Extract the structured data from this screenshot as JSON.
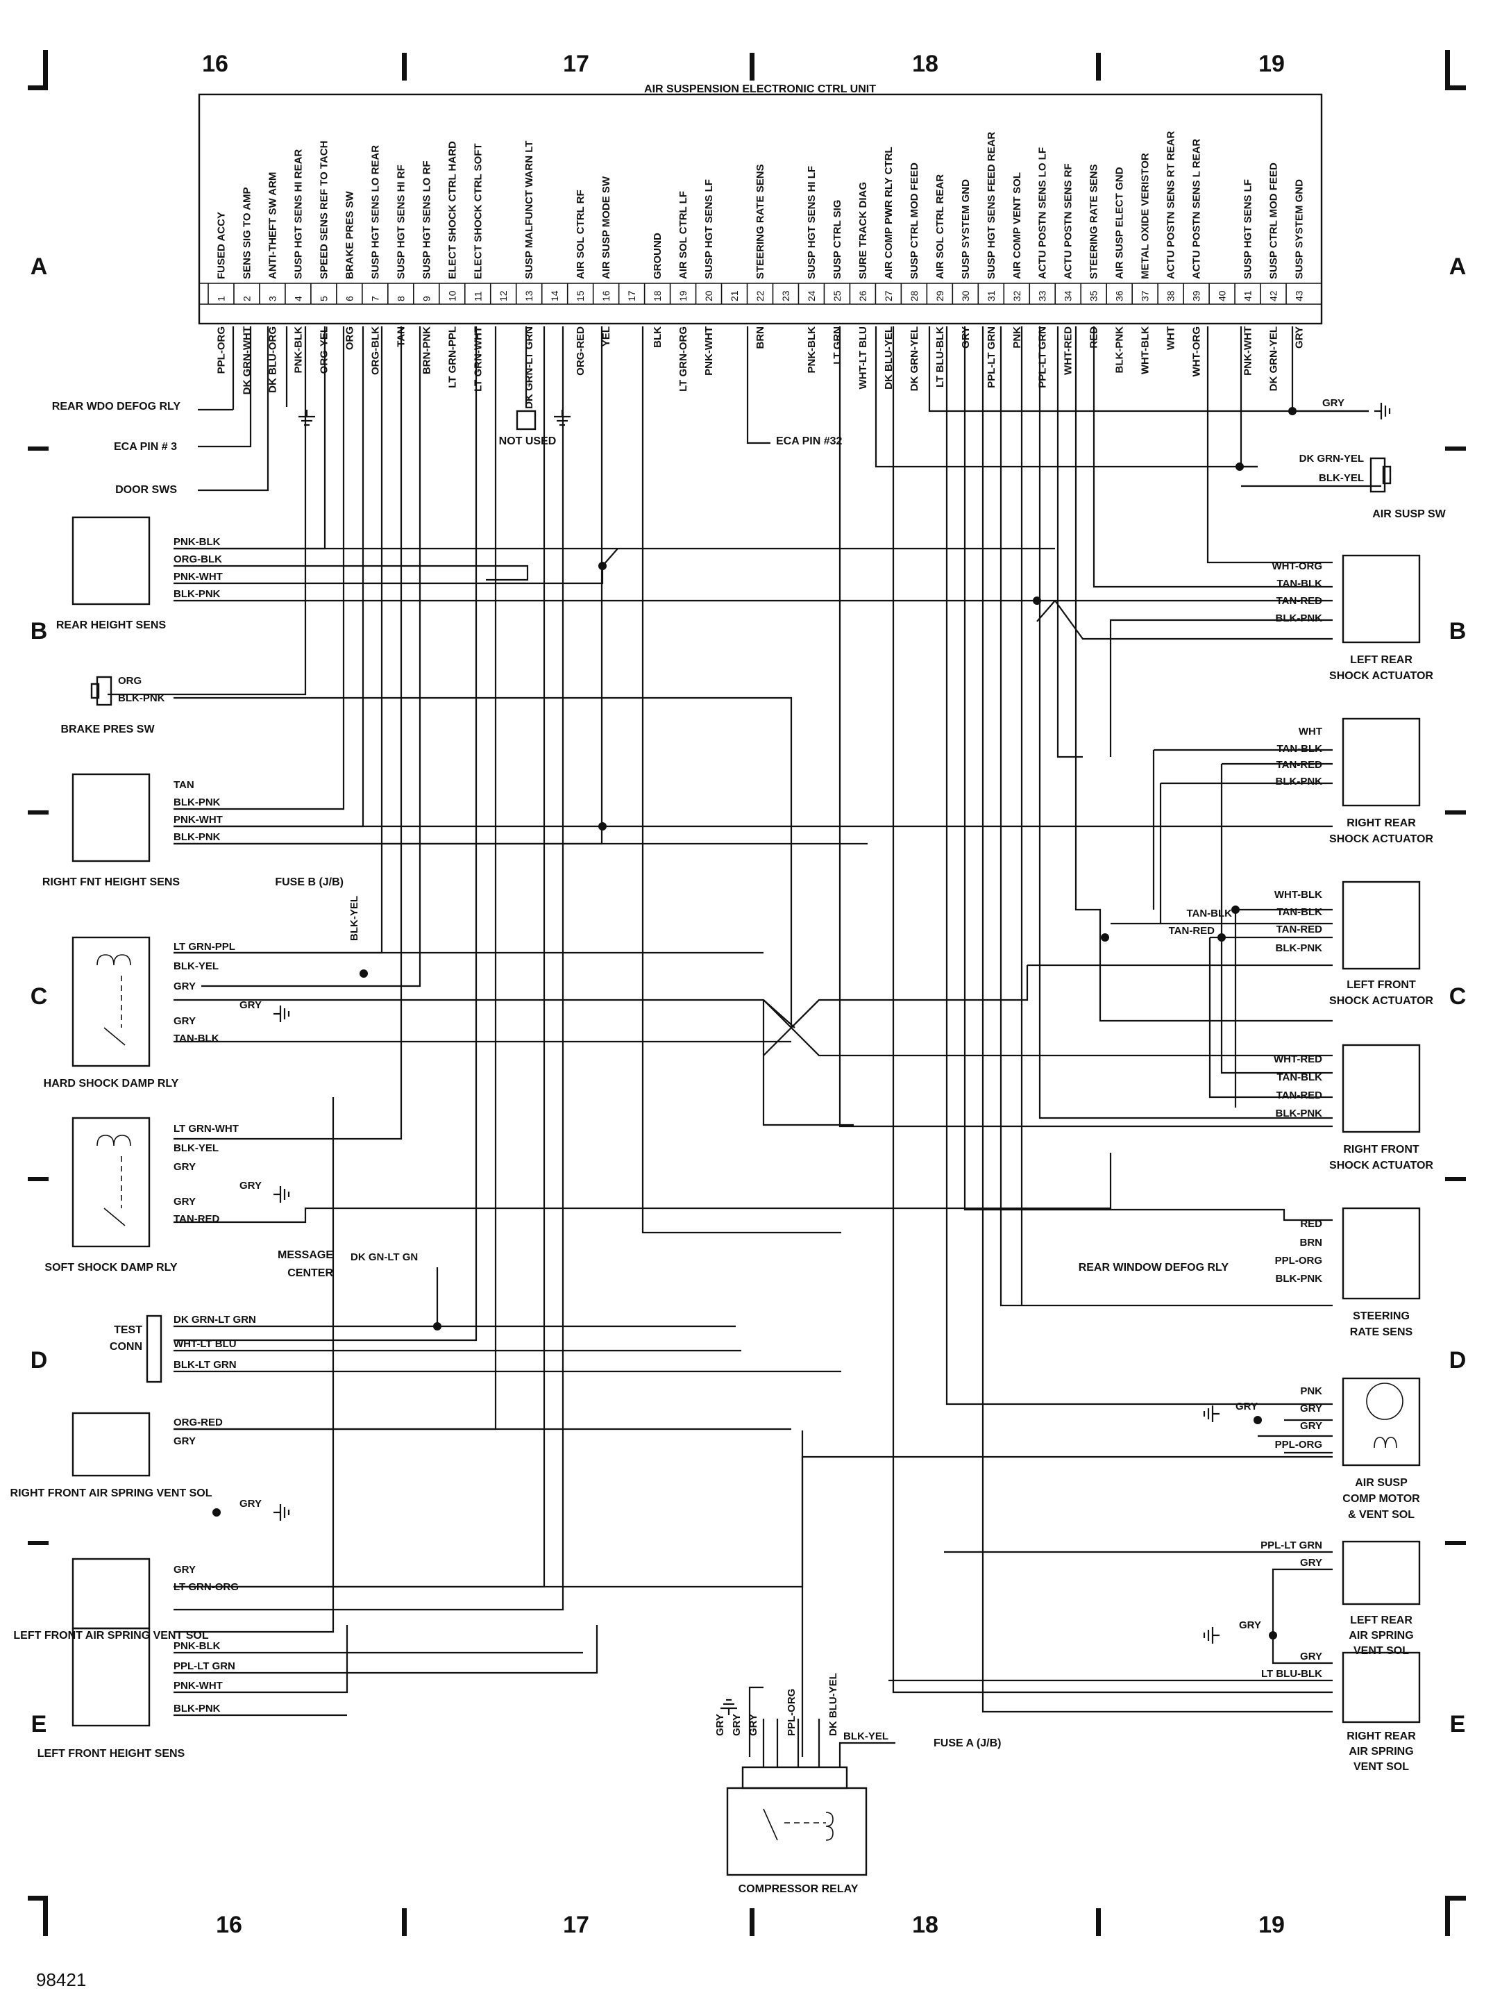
{
  "figure_id": "98421",
  "columns": [
    "16",
    "17",
    "18",
    "19"
  ],
  "rows": [
    "A",
    "B",
    "C",
    "D",
    "E"
  ],
  "ecu": {
    "title": "AIR SUSPENSION ELECTRONIC CTRL UNIT",
    "pins": [
      {
        "n": "1",
        "label": "FUSED ACCY",
        "wire": "PPL-ORG"
      },
      {
        "n": "2",
        "label": "SENS SIG TO AMP",
        "wire": "DK GRN-WHT"
      },
      {
        "n": "3",
        "label": "ANTI-THEFT SW ARM",
        "wire": "DK BLU-ORG"
      },
      {
        "n": "4",
        "label": "SUSP HGT SENS HI REAR",
        "wire": "PNK-BLK"
      },
      {
        "n": "5",
        "label": "SPEED SENS REF TO TACH",
        "wire": "ORG-YEL"
      },
      {
        "n": "6",
        "label": "BRAKE PRES SW",
        "wire": "ORG"
      },
      {
        "n": "7",
        "label": "SUSP HGT SENS LO REAR",
        "wire": "ORG-BLK"
      },
      {
        "n": "8",
        "label": "SUSP HGT SENS HI RF",
        "wire": "TAN"
      },
      {
        "n": "9",
        "label": "SUSP HGT SENS LO RF",
        "wire": "BRN-PNK"
      },
      {
        "n": "10",
        "label": "ELECT SHOCK CTRL HARD",
        "wire": "LT GRN-PPL"
      },
      {
        "n": "11",
        "label": "ELECT SHOCK CTRL SOFT",
        "wire": "LT GRN-WHT"
      },
      {
        "n": "12",
        "label": "",
        "wire": ""
      },
      {
        "n": "13",
        "label": "SUSP MALFUNCT WARN LT",
        "wire": "DK GRN-LT GRN"
      },
      {
        "n": "14",
        "label": "",
        "wire": ""
      },
      {
        "n": "15",
        "label": "AIR SOL CTRL RF",
        "wire": "ORG-RED"
      },
      {
        "n": "16",
        "label": "AIR SUSP MODE SW",
        "wire": "YEL"
      },
      {
        "n": "17",
        "label": "",
        "wire": ""
      },
      {
        "n": "18",
        "label": "GROUND",
        "wire": "BLK"
      },
      {
        "n": "19",
        "label": "AIR SOL CTRL LF",
        "wire": "LT GRN-ORG"
      },
      {
        "n": "20",
        "label": "SUSP HGT SENS LF",
        "wire": "PNK-WHT"
      },
      {
        "n": "21",
        "label": "",
        "wire": ""
      },
      {
        "n": "22",
        "label": "STEERING RATE SENS",
        "wire": "BRN"
      },
      {
        "n": "23",
        "label": "",
        "wire": ""
      },
      {
        "n": "24",
        "label": "SUSP HGT SENS HI LF",
        "wire": "PNK-BLK"
      },
      {
        "n": "25",
        "label": "SUSP CTRL SIG",
        "wire": "LT GRN"
      },
      {
        "n": "26",
        "label": "SURE TRACK DIAG",
        "wire": "WHT-LT BLU"
      },
      {
        "n": "27",
        "label": "AIR COMP PWR RLY CTRL",
        "wire": "DK BLU-YEL"
      },
      {
        "n": "28",
        "label": "SUSP CTRL MOD FEED",
        "wire": "DK GRN-YEL"
      },
      {
        "n": "29",
        "label": "AIR SOL CTRL REAR",
        "wire": "LT BLU-BLK"
      },
      {
        "n": "30",
        "label": "SUSP SYSTEM GND",
        "wire": "GRY"
      },
      {
        "n": "31",
        "label": "SUSP HGT SENS FEED REAR",
        "wire": "PPL-LT GRN"
      },
      {
        "n": "32",
        "label": "AIR COMP VENT SOL",
        "wire": "PNK"
      },
      {
        "n": "33",
        "label": "ACTU POSTN SENS LO LF",
        "wire": "PPL-LT GRN"
      },
      {
        "n": "34",
        "label": "ACTU POSTN SENS RF",
        "wire": "WHT-RED"
      },
      {
        "n": "35",
        "label": "STEERING RATE SENS",
        "wire": "RED"
      },
      {
        "n": "36",
        "label": "AIR SUSP ELECT GND",
        "wire": "BLK-PNK"
      },
      {
        "n": "37",
        "label": "METAL OXIDE VERISTOR",
        "wire": "WHT-BLK"
      },
      {
        "n": "38",
        "label": "ACTU POSTN SENS RT REAR",
        "wire": "WHT"
      },
      {
        "n": "39",
        "label": "ACTU POSTN SENS L REAR",
        "wire": "WHT-ORG"
      },
      {
        "n": "40",
        "label": "",
        "wire": ""
      },
      {
        "n": "41",
        "label": "SUSP HGT SENS LF",
        "wire": "PNK-WHT"
      },
      {
        "n": "42",
        "label": "SUSP CTRL MOD FEED",
        "wire": "DK GRN-YEL"
      },
      {
        "n": "43",
        "label": "SUSP SYSTEM GND",
        "wire": "GRY"
      }
    ]
  },
  "connector_labels": {
    "rear_wdo_defog_rly": "REAR WDO DEFOG RLY",
    "eca_pin3": "ECA PIN # 3",
    "door_sws": "DOOR SWS",
    "not_used": "NOT USED",
    "eca_pin32": "ECA PIN #32",
    "air_susp_sw": "AIR SUSP SW",
    "rear_height_sens": "REAR HEIGHT SENS",
    "brake_pres_sw": "BRAKE PRES SW",
    "right_fnt_height_sens": "RIGHT FNT HEIGHT SENS",
    "fuse_b": "FUSE B (J/B)",
    "hard_shock_damp_rly": "HARD SHOCK DAMP RLY",
    "soft_shock_damp_rly": "SOFT SHOCK DAMP RLY",
    "message_center": "MESSAGE CENTER",
    "test_conn": "TEST CONN",
    "right_front_air_spring_vent_sol": "RIGHT FRONT AIR SPRING VENT SOL",
    "left_front_air_spring_vent_sol": "LEFT FRONT AIR SPRING VENT SOL",
    "left_front_height_sens": "LEFT FRONT HEIGHT SENS",
    "compressor_relay": "COMPRESSOR RELAY",
    "fuse_a": "FUSE A (J/B)",
    "left_rear_shock_actuator": "LEFT REAR SHOCK ACTUATOR",
    "right_rear_shock_actuator": "RIGHT REAR SHOCK ACTUATOR",
    "left_front_shock_actuator": "LEFT FRONT SHOCK ACTUATOR",
    "right_front_shock_actuator": "RIGHT FRONT SHOCK ACTUATOR",
    "steering_rate_sens": "STEERING RATE SENS",
    "rear_window_defog_rly": "REAR WINDOW DEFOG RLY",
    "air_susp_comp_motor": "AIR SUSP COMP MOTOR & VENT SOL",
    "left_rear_air_spring_vent_sol": "LEFT REAR AIR SPRING VENT SOL",
    "right_rear_air_spring_vent_sol": "RIGHT REAR AIR SPRING VENT SOL"
  },
  "wire_labels": {
    "rear_height": [
      "PNK-BLK",
      "ORG-BLK",
      "PNK-WHT",
      "BLK-PNK"
    ],
    "brake": [
      "ORG",
      "BLK-PNK"
    ],
    "rf_height": [
      "TAN",
      "BLK-PNK",
      "PNK-WHT",
      "BLK-PNK"
    ],
    "hard_rly": [
      "LT GRN-PPL",
      "BLK-YEL",
      "GRY",
      "GRY",
      "TAN-BLK"
    ],
    "soft_rly": [
      "LT GRN-WHT",
      "BLK-YEL",
      "GRY",
      "GRY",
      "TAN-RED"
    ],
    "fuse_b_wire": "BLK-YEL",
    "gry": "GRY",
    "message_wire": "DK GN-LT GN",
    "test_conn": [
      "DK GRN-LT GRN",
      "WHT-LT BLU",
      "BLK-LT GRN"
    ],
    "rf_air": [
      "ORG-RED",
      "GRY"
    ],
    "lf_air": [
      "GRY",
      "LT GRN-ORG"
    ],
    "lf_height": [
      "PNK-BLK",
      "PPL-LT GRN",
      "PNK-WHT",
      "BLK-PNK"
    ],
    "comp_relay_wires": [
      "GRY",
      "GRY",
      "GRY",
      "PPL-ORG",
      "DK BLU-YEL"
    ],
    "fuse_a_wire": "BLK-YEL",
    "air_susp_sw": [
      "DK GRN-YEL",
      "BLK-YEL"
    ],
    "lr_shock": [
      "WHT-ORG",
      "TAN-BLK",
      "TAN-RED",
      "BLK-PNK"
    ],
    "rr_shock": [
      "WHT",
      "TAN-BLK",
      "TAN-RED",
      "BLK-PNK"
    ],
    "lf_shock": [
      "WHT-BLK",
      "TAN-BLK",
      "TAN-RED",
      "BLK-PNK"
    ],
    "lf_shock_side": [
      "TAN-BLK",
      "TAN-RED"
    ],
    "rf_shock": [
      "WHT-RED",
      "TAN-BLK",
      "TAN-RED",
      "BLK-PNK"
    ],
    "steering": [
      "RED",
      "BRN",
      "PPL-ORG",
      "BLK-PNK"
    ],
    "comp_motor": [
      "PNK",
      "GRY",
      "GRY",
      "PPL-ORG"
    ],
    "lr_air": [
      "PPL-LT GRN",
      "GRY"
    ],
    "rr_air": [
      "GRY",
      "LT BLU-BLK"
    ]
  }
}
